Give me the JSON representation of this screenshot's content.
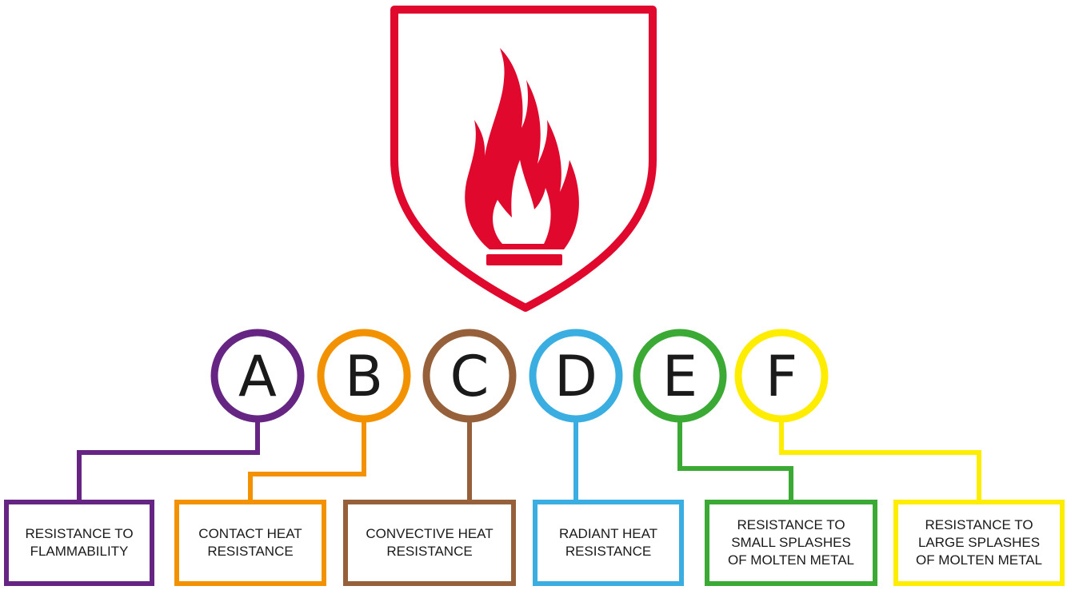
{
  "colors": {
    "shield": "#e1082d",
    "background": "#ffffff",
    "text": "#1a1a1a"
  },
  "shield": {
    "icon": "fire-shield-icon"
  },
  "categories": [
    {
      "letter": "A",
      "label_lines": [
        "RESISTANCE TO",
        "FLAMMABILITY"
      ],
      "color": "#662483"
    },
    {
      "letter": "B",
      "label_lines": [
        "CONTACT HEAT",
        "RESISTANCE"
      ],
      "color": "#f39200"
    },
    {
      "letter": "C",
      "label_lines": [
        "CONVECTIVE HEAT",
        "RESISTANCE"
      ],
      "color": "#95603a"
    },
    {
      "letter": "D",
      "label_lines": [
        "RADIANT HEAT",
        "RESISTANCE"
      ],
      "color": "#3aaee0"
    },
    {
      "letter": "E",
      "label_lines": [
        "RESISTANCE TO",
        "SMALL SPLASHES",
        "OF MOLTEN METAL"
      ],
      "color": "#3aaa35"
    },
    {
      "letter": "F",
      "label_lines": [
        "RESISTANCE TO",
        "LARGE SPLASHES",
        "OF MOLTEN METAL"
      ],
      "color": "#ffed00"
    }
  ]
}
